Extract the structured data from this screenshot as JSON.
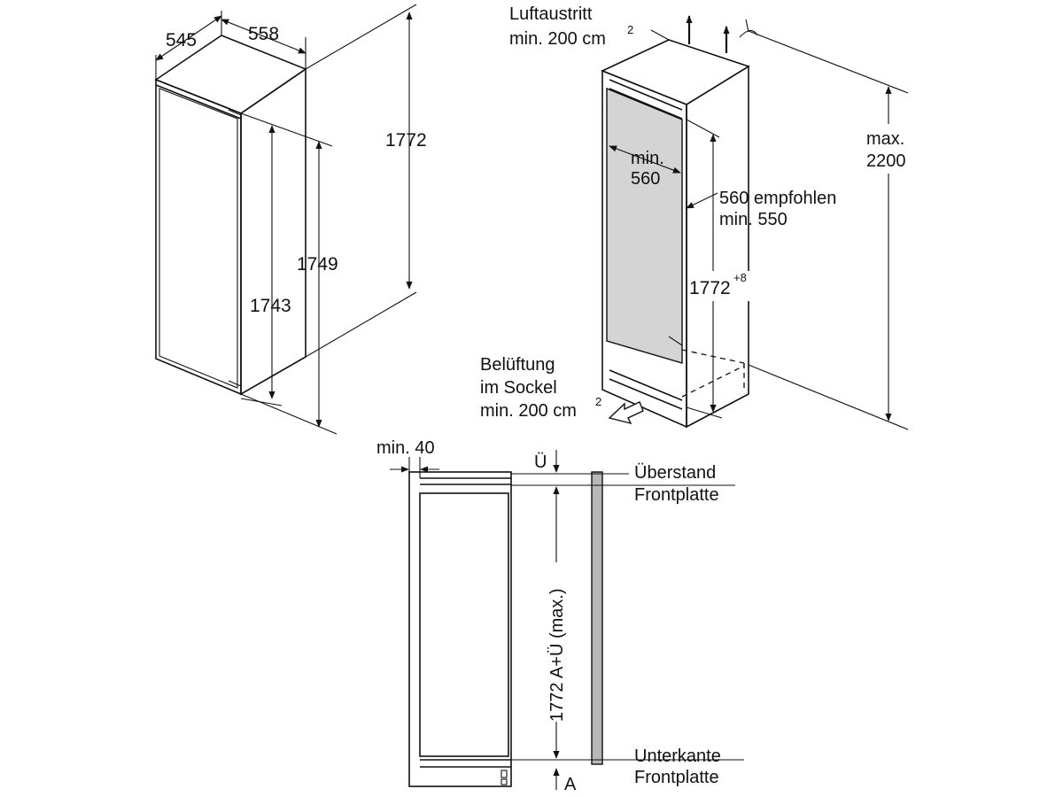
{
  "appliance_view": {
    "dims": {
      "depth": "545",
      "width": "558",
      "height_total": "1772",
      "height_side": "1749",
      "height_door": "1743"
    }
  },
  "niche_view": {
    "air_outlet": {
      "line1": "Luftaustritt",
      "line2": "min. 200 cm",
      "sup": "2"
    },
    "niche_width": {
      "line1": "min.",
      "line2": "560"
    },
    "niche_depth": {
      "line1": "560 empfohlen",
      "line2": "min. 550"
    },
    "niche_height": {
      "value": "1772",
      "sup": "+8"
    },
    "max_height": {
      "line1": "max.",
      "line2": "2200"
    },
    "ventilation": {
      "line1": "Belüftung",
      "line2": "im Sockel",
      "line3": "min. 200 cm",
      "sup": "2"
    }
  },
  "front_view": {
    "gap": "min. 40",
    "overhang_symbol": "Ü",
    "base_symbol": "A",
    "vertical_dim": "1772 A+Ü (max.)",
    "overhang_label": {
      "line1": "Überstand",
      "line2": "Frontplatte"
    },
    "lower_edge_label": {
      "line1": "Unterkante",
      "line2": "Frontplatte"
    }
  }
}
